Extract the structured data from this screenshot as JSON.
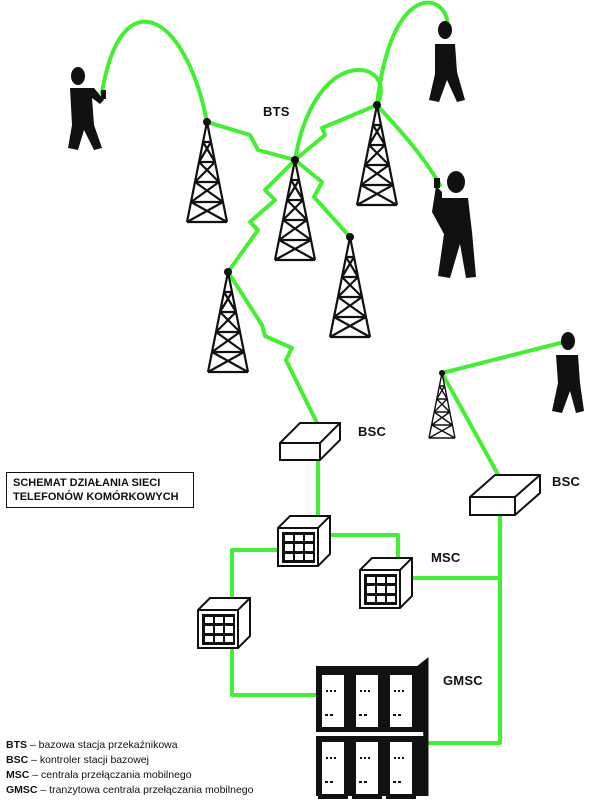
{
  "title_lines": [
    "SCHEMAT DZIAŁANIA SIECI",
    "TELEFONÓW KOMÓRKOWYCH"
  ],
  "labels": {
    "bts": "BTS",
    "bsc_left": "BSC",
    "bsc_right": "BSC",
    "msc": "MSC",
    "gmsc": "GMSC"
  },
  "legend": [
    {
      "abbr": "BTS",
      "desc": "– bazowa stacja przekaźnikowa"
    },
    {
      "abbr": "BSC",
      "desc": "– kontroler stacji bazowej"
    },
    {
      "abbr": "MSC",
      "desc": "– centrala przełączania mobilnego"
    },
    {
      "abbr": "GMSC",
      "desc": "– tranzytowa centrala przełączania mobilnego"
    }
  ],
  "colors": {
    "link_green": "#44ee33",
    "ink": "#111111",
    "background": "#ffffff"
  }
}
